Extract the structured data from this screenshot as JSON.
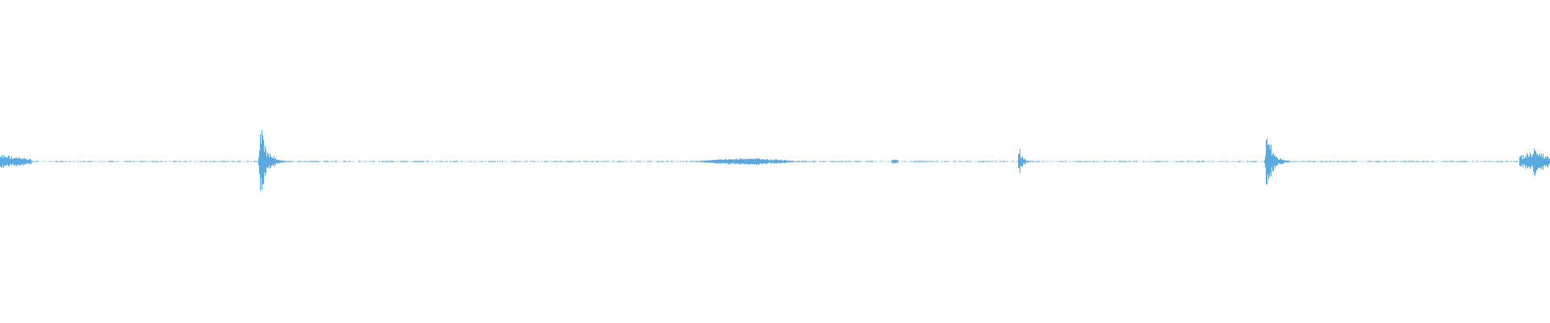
{
  "waveform": {
    "color": "#5aa9e0",
    "background": "#ffffff",
    "duration_fraction_markers": [],
    "bursts": [
      {
        "position": 0.0,
        "width": 0.02,
        "amplitude": 0.05,
        "shape": "edge-dense"
      },
      {
        "position": 0.168,
        "width": 0.008,
        "amplitude": 0.29,
        "shape": "spike"
      },
      {
        "position": 0.482,
        "width": 0.035,
        "amplitude": 0.025,
        "shape": "swell"
      },
      {
        "position": 0.577,
        "width": 0.002,
        "amplitude": 0.015,
        "shape": "blip"
      },
      {
        "position": 0.657,
        "width": 0.004,
        "amplitude": 0.15,
        "shape": "spike"
      },
      {
        "position": 0.817,
        "width": 0.008,
        "amplitude": 0.24,
        "shape": "spike"
      },
      {
        "position": 0.99,
        "width": 0.01,
        "amplitude": 0.09,
        "shape": "edge-dense"
      }
    ],
    "noise_level": 0.003
  }
}
